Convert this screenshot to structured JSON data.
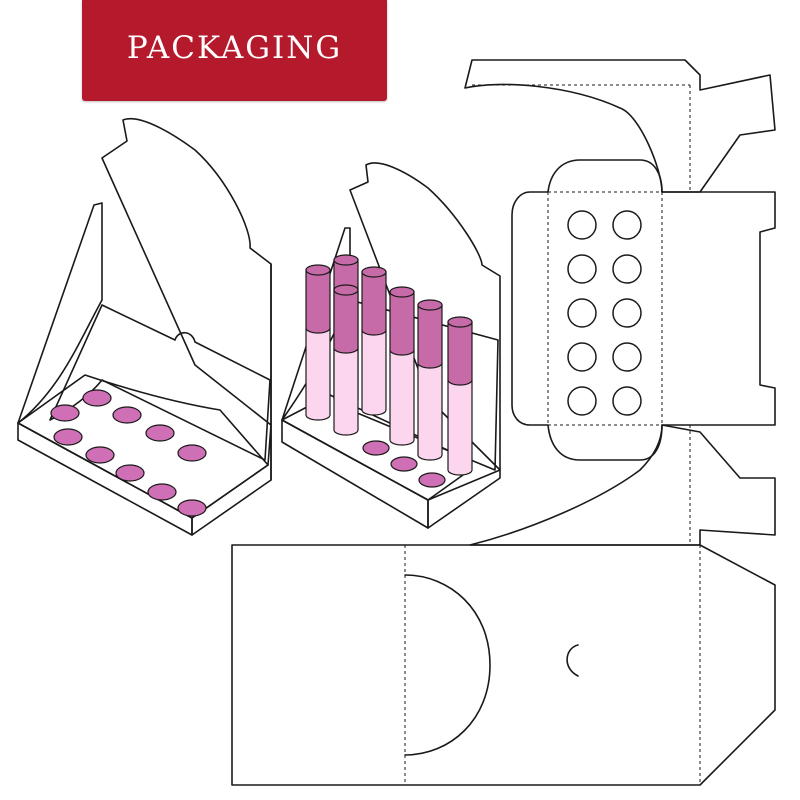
{
  "banner": {
    "label": "PACKAGING"
  },
  "colors": {
    "banner": "#b5192c",
    "panel_light": "#fde1f3",
    "panel_mid": "#f7c3e6",
    "hole_fill": "#cf6fb5",
    "tube_dark": "#c76aa8",
    "tube_light": "#fbd6ee",
    "outline": "#1a1a1a"
  },
  "illustrations": {
    "empty_stand": {
      "hole_count": 10
    },
    "filled_stand": {
      "tube_count": 7
    },
    "dieline": {
      "hole_rows": 5,
      "hole_cols": 2
    }
  }
}
